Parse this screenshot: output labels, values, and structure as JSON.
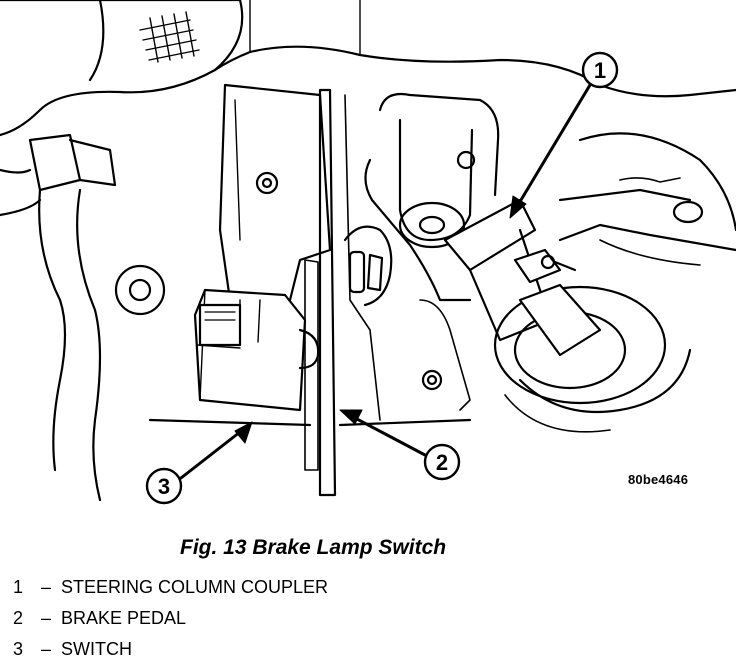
{
  "figure": {
    "reference_code": "80be4646",
    "caption": "Fig. 13 Brake Lamp Switch",
    "callouts": [
      "1",
      "2",
      "3"
    ]
  },
  "legend": [
    {
      "number": "1",
      "dash": "–",
      "label": "STEERING COLUMN COUPLER"
    },
    {
      "number": "2",
      "dash": "–",
      "label": "BRAKE PEDAL"
    },
    {
      "number": "3",
      "dash": "–",
      "label": "SWITCH"
    }
  ]
}
